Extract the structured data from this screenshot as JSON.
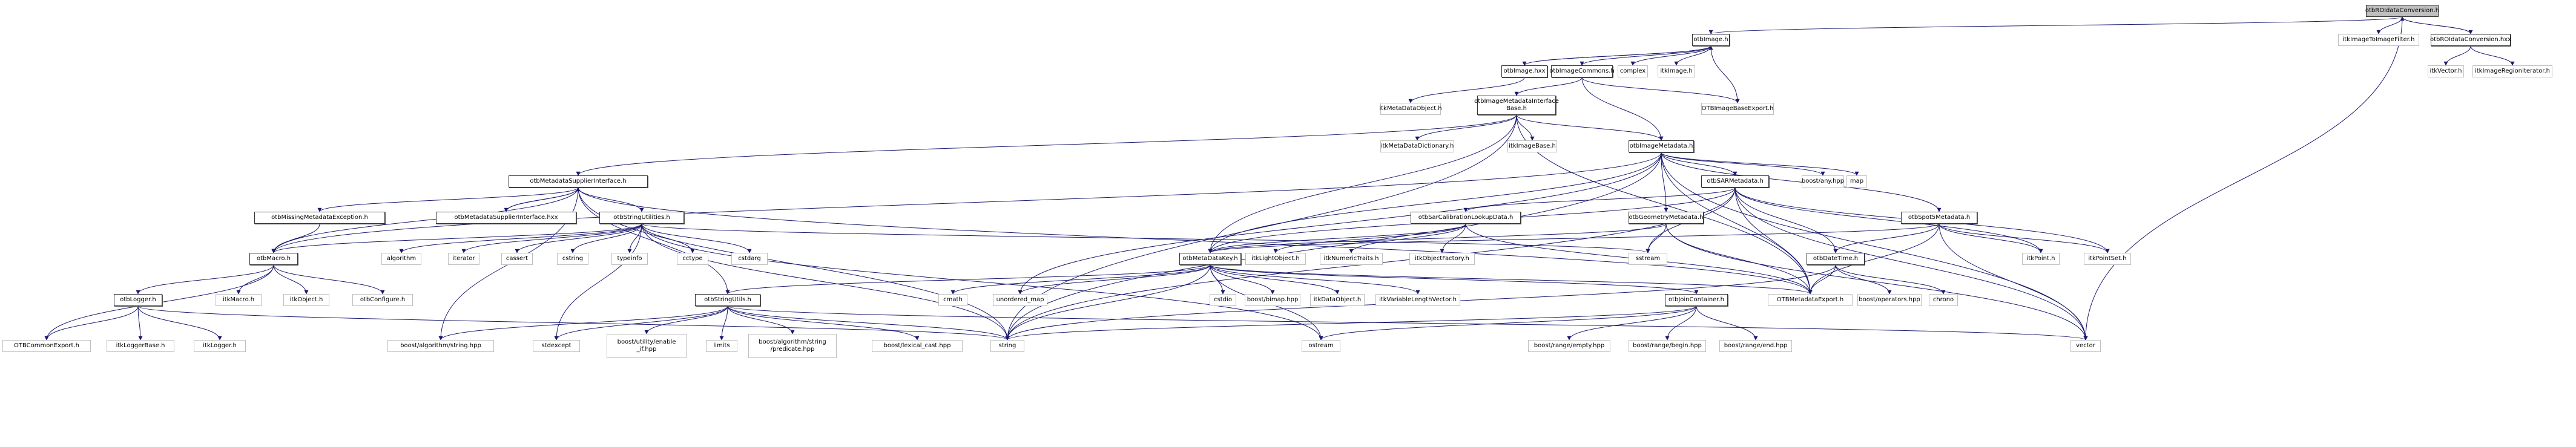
{
  "title": "otbROIdataConversion.h include dependency graph",
  "colors": {
    "edge": "#191970",
    "external_border": "#bfbfbf",
    "documented_border": "#333333",
    "root_fill": "#bfbfbf"
  },
  "nodes": [
    {
      "id": "root",
      "label": "otbROIdataConversion.h",
      "kind": "root"
    },
    {
      "id": "itkImageToImageFilter",
      "label": "itkImageToImageFilter.h",
      "kind": "ext"
    },
    {
      "id": "roiHxx",
      "label": "otbROIdataConversion.hxx",
      "kind": "doc"
    },
    {
      "id": "itkVector",
      "label": "itkVector.h",
      "kind": "ext"
    },
    {
      "id": "itkImageRegionIterator",
      "label": "itkImageRegionIterator.h",
      "kind": "ext"
    },
    {
      "id": "otbImage",
      "label": "otbImage.h",
      "kind": "doc"
    },
    {
      "id": "otbImageHxx",
      "label": "otbImage.hxx",
      "kind": "doc"
    },
    {
      "id": "otbImageCommons",
      "label": "otbImageCommons.h",
      "kind": "doc"
    },
    {
      "id": "complex",
      "label": "complex",
      "kind": "ext"
    },
    {
      "id": "itkImage",
      "label": "itkImage.h",
      "kind": "ext"
    },
    {
      "id": "itkMetaDataObject",
      "label": "itkMetaDataObject.h",
      "kind": "ext"
    },
    {
      "id": "otbIMIB",
      "label": "otbImageMetadataInterface\nBase.h",
      "kind": "doc"
    },
    {
      "id": "OTBImageBaseExport",
      "label": "OTBImageBaseExport.h",
      "kind": "ext"
    },
    {
      "id": "itkMetaDataDictionary",
      "label": "itkMetaDataDictionary.h",
      "kind": "ext"
    },
    {
      "id": "itkImageBase",
      "label": "itkImageBase.h",
      "kind": "ext"
    },
    {
      "id": "otbImageMetadata",
      "label": "otbImageMetadata.h",
      "kind": "doc"
    },
    {
      "id": "otbMSI",
      "label": "otbMetadataSupplierInterface.h",
      "kind": "doc"
    },
    {
      "id": "otbSAR",
      "label": "otbSARMetadata.h",
      "kind": "doc"
    },
    {
      "id": "boostAny",
      "label": "boost/any.hpp",
      "kind": "ext"
    },
    {
      "id": "map",
      "label": "map",
      "kind": "ext"
    },
    {
      "id": "otbMissing",
      "label": "otbMissingMetadataException.h",
      "kind": "doc"
    },
    {
      "id": "otbMSIHxx",
      "label": "otbMetadataSupplierInterface.hxx",
      "kind": "doc"
    },
    {
      "id": "otbStringUtilities",
      "label": "otbStringUtilities.h",
      "kind": "doc"
    },
    {
      "id": "otbSarCal",
      "label": "otbSarCalibrationLookupData.h",
      "kind": "doc"
    },
    {
      "id": "otbGeom",
      "label": "otbGeometryMetadata.h",
      "kind": "doc"
    },
    {
      "id": "otbSpot5",
      "label": "otbSpot5Metadata.h",
      "kind": "doc"
    },
    {
      "id": "otbMacro",
      "label": "otbMacro.h",
      "kind": "doc"
    },
    {
      "id": "algorithm",
      "label": "algorithm",
      "kind": "ext"
    },
    {
      "id": "iterator",
      "label": "iterator",
      "kind": "ext"
    },
    {
      "id": "cassert",
      "label": "cassert",
      "kind": "ext"
    },
    {
      "id": "cstring",
      "label": "cstring",
      "kind": "ext"
    },
    {
      "id": "typeinfo",
      "label": "typeinfo",
      "kind": "ext"
    },
    {
      "id": "cctype",
      "label": "cctype",
      "kind": "ext"
    },
    {
      "id": "cstdarg",
      "label": "cstdarg",
      "kind": "ext"
    },
    {
      "id": "otbMetaDataKey",
      "label": "otbMetaDataKey.h",
      "kind": "doc"
    },
    {
      "id": "itkLightObject",
      "label": "itkLightObject.h",
      "kind": "ext"
    },
    {
      "id": "itkNumericTraits",
      "label": "itkNumericTraits.h",
      "kind": "ext"
    },
    {
      "id": "itkObjectFactory",
      "label": "itkObjectFactory.h",
      "kind": "ext"
    },
    {
      "id": "sstream",
      "label": "sstream",
      "kind": "ext"
    },
    {
      "id": "otbDateTime",
      "label": "otbDateTime.h",
      "kind": "doc"
    },
    {
      "id": "itkPoint",
      "label": "itkPoint.h",
      "kind": "ext"
    },
    {
      "id": "itkPointSet",
      "label": "itkPointSet.h",
      "kind": "ext"
    },
    {
      "id": "otbLogger",
      "label": "otbLogger.h",
      "kind": "doc"
    },
    {
      "id": "itkMacro",
      "label": "itkMacro.h",
      "kind": "ext"
    },
    {
      "id": "itkObject",
      "label": "itkObject.h",
      "kind": "ext"
    },
    {
      "id": "otbConfigure",
      "label": "otbConfigure.h",
      "kind": "ext"
    },
    {
      "id": "otbStringUtils",
      "label": "otbStringUtils.h",
      "kind": "doc"
    },
    {
      "id": "cmath",
      "label": "cmath",
      "kind": "ext"
    },
    {
      "id": "unordered_map",
      "label": "unordered_map",
      "kind": "ext"
    },
    {
      "id": "cstdio",
      "label": "cstdio",
      "kind": "ext"
    },
    {
      "id": "boostBimap",
      "label": "boost/bimap.hpp",
      "kind": "ext"
    },
    {
      "id": "itkDataObject",
      "label": "itkDataObject.h",
      "kind": "ext"
    },
    {
      "id": "itkVLV",
      "label": "itkVariableLengthVector.h",
      "kind": "ext"
    },
    {
      "id": "otbJoin",
      "label": "otbJoinContainer.h",
      "kind": "doc"
    },
    {
      "id": "OTBMetadataExport",
      "label": "OTBMetadataExport.h",
      "kind": "ext"
    },
    {
      "id": "boostOperators",
      "label": "boost/operators.hpp",
      "kind": "ext"
    },
    {
      "id": "chrono",
      "label": "chrono",
      "kind": "ext"
    },
    {
      "id": "OTBCommonExport",
      "label": "OTBCommonExport.h",
      "kind": "ext"
    },
    {
      "id": "itkLoggerBase",
      "label": "itkLoggerBase.h",
      "kind": "ext"
    },
    {
      "id": "itkLogger",
      "label": "itkLogger.h",
      "kind": "ext"
    },
    {
      "id": "boostAlgoString",
      "label": "boost/algorithm/string.hpp",
      "kind": "ext"
    },
    {
      "id": "stdexcept",
      "label": "stdexcept",
      "kind": "ext"
    },
    {
      "id": "boostEnableIf",
      "label": "boost/utility/enable\n_if.hpp",
      "kind": "ext"
    },
    {
      "id": "limits",
      "label": "limits",
      "kind": "ext"
    },
    {
      "id": "boostPredicate",
      "label": "boost/algorithm/string\n/predicate.hpp",
      "kind": "ext"
    },
    {
      "id": "boostLexical",
      "label": "boost/lexical_cast.hpp",
      "kind": "ext"
    },
    {
      "id": "string",
      "label": "string",
      "kind": "ext"
    },
    {
      "id": "ostream",
      "label": "ostream",
      "kind": "ext"
    },
    {
      "id": "boostRangeEmpty",
      "label": "boost/range/empty.hpp",
      "kind": "ext"
    },
    {
      "id": "boostRangeBegin",
      "label": "boost/range/begin.hpp",
      "kind": "ext"
    },
    {
      "id": "boostRangeEnd",
      "label": "boost/range/end.hpp",
      "kind": "ext"
    },
    {
      "id": "vector",
      "label": "vector",
      "kind": "ext"
    }
  ],
  "edges": [
    [
      "root",
      "otbImage"
    ],
    [
      "root",
      "itkImageToImageFilter"
    ],
    [
      "root",
      "roiHxx"
    ],
    [
      "roiHxx",
      "root"
    ],
    [
      "root",
      "vector"
    ],
    [
      "roiHxx",
      "itkVector"
    ],
    [
      "roiHxx",
      "itkImageRegionIterator"
    ],
    [
      "otbImage",
      "otbImageHxx"
    ],
    [
      "otbImageHxx",
      "otbImage"
    ],
    [
      "otbImage",
      "otbImageCommons"
    ],
    [
      "otbImage",
      "complex"
    ],
    [
      "otbImage",
      "itkImage"
    ],
    [
      "otbImage",
      "OTBImageBaseExport"
    ],
    [
      "otbImageHxx",
      "itkMetaDataObject"
    ],
    [
      "otbImageCommons",
      "otbIMIB"
    ],
    [
      "otbImageCommons",
      "OTBImageBaseExport"
    ],
    [
      "otbImageCommons",
      "otbImageMetadata"
    ],
    [
      "otbIMIB",
      "itkMetaDataDictionary"
    ],
    [
      "otbIMIB",
      "itkImageBase"
    ],
    [
      "otbIMIB",
      "otbImageMetadata"
    ],
    [
      "otbIMIB",
      "otbMSI"
    ],
    [
      "otbIMIB",
      "string"
    ],
    [
      "otbIMIB",
      "otbMetaDataKey"
    ],
    [
      "otbIMIB",
      "OTBMetadataExport"
    ],
    [
      "otbImageMetadata",
      "otbSAR"
    ],
    [
      "otbImageMetadata",
      "boostAny"
    ],
    [
      "otbImageMetadata",
      "map"
    ],
    [
      "otbImageMetadata",
      "otbGeom"
    ],
    [
      "otbImageMetadata",
      "otbSpot5"
    ],
    [
      "otbImageMetadata",
      "otbMacro"
    ],
    [
      "otbImageMetadata",
      "otbMetaDataKey"
    ],
    [
      "otbImageMetadata",
      "string"
    ],
    [
      "otbImageMetadata",
      "vector"
    ],
    [
      "otbImageMetadata",
      "unordered_map"
    ],
    [
      "otbImageMetadata",
      "OTBMetadataExport"
    ],
    [
      "otbMSI",
      "otbMissing"
    ],
    [
      "otbMSI",
      "otbMSIHxx"
    ],
    [
      "otbMSIHxx",
      "otbMSI"
    ],
    [
      "otbMSI",
      "otbStringUtilities"
    ],
    [
      "otbMSI",
      "otbMacro"
    ],
    [
      "otbMSI",
      "string"
    ],
    [
      "otbMSI",
      "OTBMetadataExport"
    ],
    [
      "otbMSI",
      "boostAlgoString"
    ],
    [
      "otbMSI",
      "otbStringUtils"
    ],
    [
      "otbSAR",
      "otbSarCal"
    ],
    [
      "otbSAR",
      "otbMetaDataKey"
    ],
    [
      "otbSAR",
      "sstream"
    ],
    [
      "otbSAR",
      "otbDateTime"
    ],
    [
      "otbSAR",
      "itkPoint"
    ],
    [
      "otbSAR",
      "itkPointSet"
    ],
    [
      "otbSAR",
      "string"
    ],
    [
      "otbSAR",
      "vector"
    ],
    [
      "otbSAR",
      "OTBMetadataExport"
    ],
    [
      "otbMissing",
      "otbMacro"
    ],
    [
      "otbStringUtilities",
      "algorithm"
    ],
    [
      "otbStringUtilities",
      "iterator"
    ],
    [
      "otbStringUtilities",
      "cassert"
    ],
    [
      "otbStringUtilities",
      "cstring"
    ],
    [
      "otbStringUtilities",
      "typeinfo"
    ],
    [
      "otbStringUtilities",
      "cctype"
    ],
    [
      "otbStringUtilities",
      "cstdarg"
    ],
    [
      "otbStringUtilities",
      "otbMacro"
    ],
    [
      "otbStringUtilities",
      "sstream"
    ],
    [
      "otbStringUtilities",
      "string"
    ],
    [
      "otbStringUtilities",
      "stdexcept"
    ],
    [
      "otbStringUtilities",
      "ostream"
    ],
    [
      "otbSarCal",
      "otbMetaDataKey"
    ],
    [
      "otbSarCal",
      "itkLightObject"
    ],
    [
      "otbSarCal",
      "itkNumericTraits"
    ],
    [
      "otbSarCal",
      "itkObjectFactory"
    ],
    [
      "otbSarCal",
      "OTBMetadataExport"
    ],
    [
      "otbGeom",
      "sstream"
    ],
    [
      "otbGeom",
      "otbMetaDataKey"
    ],
    [
      "otbGeom",
      "OTBMetadataExport"
    ],
    [
      "otbGeom",
      "vector"
    ],
    [
      "otbSpot5",
      "otbDateTime"
    ],
    [
      "otbSpot5",
      "itkPoint"
    ],
    [
      "otbSpot5",
      "itkPointSet"
    ],
    [
      "otbSpot5",
      "otbMetaDataKey"
    ],
    [
      "otbSpot5",
      "OTBMetadataExport"
    ],
    [
      "otbSpot5",
      "vector"
    ],
    [
      "otbMacro",
      "otbLogger"
    ],
    [
      "otbMacro",
      "itkMacro"
    ],
    [
      "otbMacro",
      "itkObject"
    ],
    [
      "otbMacro",
      "otbConfigure"
    ],
    [
      "otbMacro",
      "OTBCommonExport"
    ],
    [
      "otbMetaDataKey",
      "cstdio"
    ],
    [
      "otbMetaDataKey",
      "boostBimap"
    ],
    [
      "otbMetaDataKey",
      "itkDataObject"
    ],
    [
      "otbMetaDataKey",
      "itkVLV"
    ],
    [
      "otbMetaDataKey",
      "otbJoin"
    ],
    [
      "otbMetaDataKey",
      "OTBMetadataExport"
    ],
    [
      "otbMetaDataKey",
      "otbStringUtils"
    ],
    [
      "otbMetaDataKey",
      "string"
    ],
    [
      "otbMetaDataKey",
      "unordered_map"
    ],
    [
      "otbMetaDataKey",
      "cmath"
    ],
    [
      "otbMetaDataKey",
      "ostream"
    ],
    [
      "otbDateTime",
      "OTBMetadataExport"
    ],
    [
      "otbDateTime",
      "boostOperators"
    ],
    [
      "otbDateTime",
      "chrono"
    ],
    [
      "otbDateTime",
      "string"
    ],
    [
      "otbLogger",
      "OTBCommonExport"
    ],
    [
      "otbLogger",
      "itkLoggerBase"
    ],
    [
      "otbLogger",
      "itkLogger"
    ],
    [
      "otbLogger",
      "string"
    ],
    [
      "otbStringUtils",
      "boostAlgoString"
    ],
    [
      "otbStringUtils",
      "stdexcept"
    ],
    [
      "otbStringUtils",
      "boostEnableIf"
    ],
    [
      "otbStringUtils",
      "limits"
    ],
    [
      "otbStringUtils",
      "boostPredicate"
    ],
    [
      "otbStringUtils",
      "boostLexical"
    ],
    [
      "otbStringUtils",
      "string"
    ],
    [
      "otbStringUtils",
      "vector"
    ],
    [
      "otbJoin",
      "boostRangeEmpty"
    ],
    [
      "otbJoin",
      "boostRangeBegin"
    ],
    [
      "otbJoin",
      "boostRangeEnd"
    ],
    [
      "otbJoin",
      "string"
    ],
    [
      "otbJoin",
      "ostream"
    ]
  ]
}
